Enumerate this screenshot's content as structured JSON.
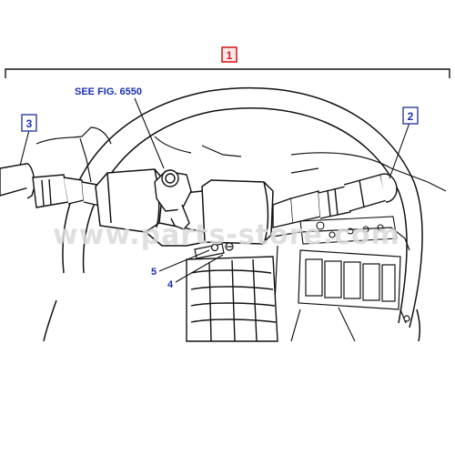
{
  "diagram": {
    "assembly_callout": "1",
    "part_callouts": [
      "2",
      "3"
    ],
    "reference_note": "SEE FIG. 6550",
    "item_labels": [
      "5",
      "4"
    ],
    "watermark": "www.parts-store.com",
    "colors": {
      "line": "#111111",
      "red_callout": "#d61f1f",
      "blue_callout": "#2b3f9e",
      "blue_text": "#1a2fb0",
      "watermark": "#d9d9d9"
    }
  }
}
